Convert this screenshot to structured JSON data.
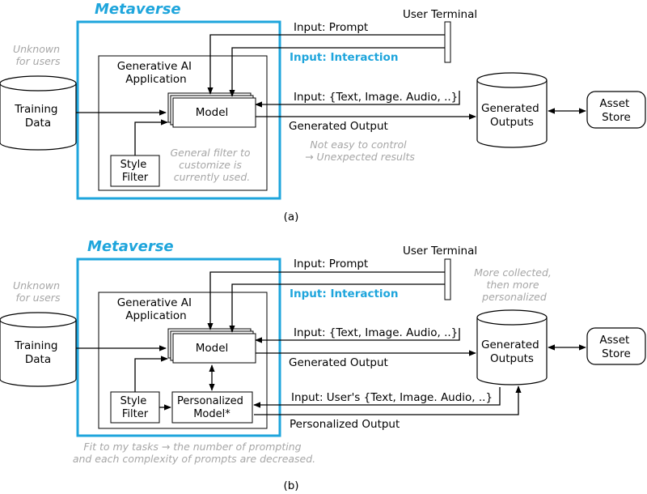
{
  "colors": {
    "accent": "#1ea5dc",
    "note": "#a6a6a6",
    "line": "#000000"
  },
  "panel_a": {
    "metaverse": "Metaverse",
    "unknown": [
      "Unknown",
      "for users"
    ],
    "training": [
      "Training",
      "Data"
    ],
    "gen_ai": [
      "Generative  AI",
      "Application"
    ],
    "model": "Model",
    "style_filter": [
      "Style",
      "Filter"
    ],
    "filter_note": [
      "General filter to",
      "customize is",
      "currently used."
    ],
    "user_terminal": "User Terminal",
    "input_prompt": "Input: Prompt",
    "input_interaction": "Input: Interaction",
    "input_multi": "Input: {Text, Image. Audio, ..}",
    "generated_output": "Generated  Output",
    "not_easy": [
      "Not easy to control",
      "→ Unexpected results"
    ],
    "generated_outputs": [
      "Generated",
      "Outputs"
    ],
    "asset_store": [
      "Asset",
      "Store"
    ],
    "caption": "(a)"
  },
  "panel_b": {
    "metaverse": "Metaverse",
    "unknown": [
      "Unknown",
      "for users"
    ],
    "training": [
      "Training",
      "Data"
    ],
    "gen_ai": [
      "Generative  AI",
      "Application"
    ],
    "model": "Model",
    "style_filter": [
      "Style",
      "Filter"
    ],
    "personalized_model": [
      "Personalized",
      "Model*"
    ],
    "user_terminal": "User Terminal",
    "input_prompt": "Input: Prompt",
    "input_interaction": "Input: Interaction",
    "more_collected": [
      "More collected,",
      "then more",
      "personalized"
    ],
    "input_multi": "Input: {Text, Image. Audio, ..}",
    "generated_output": "Generated  Output",
    "input_users": "Input: User's {Text, Image. Audio, ..}",
    "personalized_output": "Personalized  Output",
    "generated_outputs": [
      "Generated",
      "Outputs"
    ],
    "asset_store": [
      "Asset",
      "Store"
    ],
    "fit_note": [
      "Fit to my tasks → the number of prompting",
      "and each complexity of prompts are decreased."
    ],
    "caption": "(b)"
  }
}
